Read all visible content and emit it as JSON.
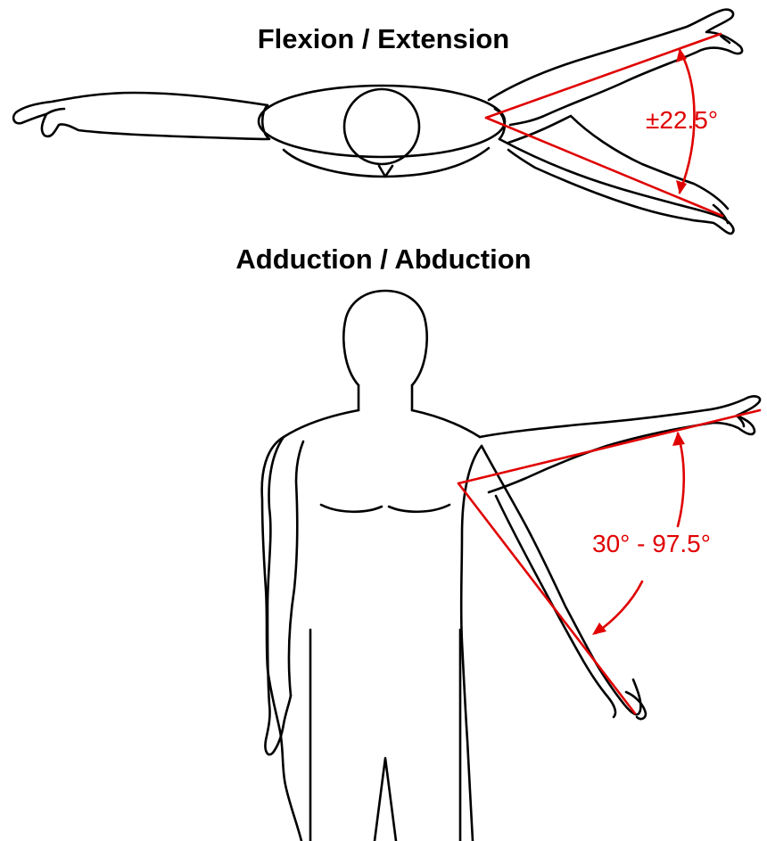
{
  "diagram_top": {
    "title": "Flexion / Extension",
    "angle_label": "±22.5°"
  },
  "diagram_bottom": {
    "title": "Adduction / Abduction",
    "angle_label": "30° - 97.5°"
  },
  "colors": {
    "outline": "#000000",
    "annotation": "#e00000",
    "background": "#ffffff"
  }
}
